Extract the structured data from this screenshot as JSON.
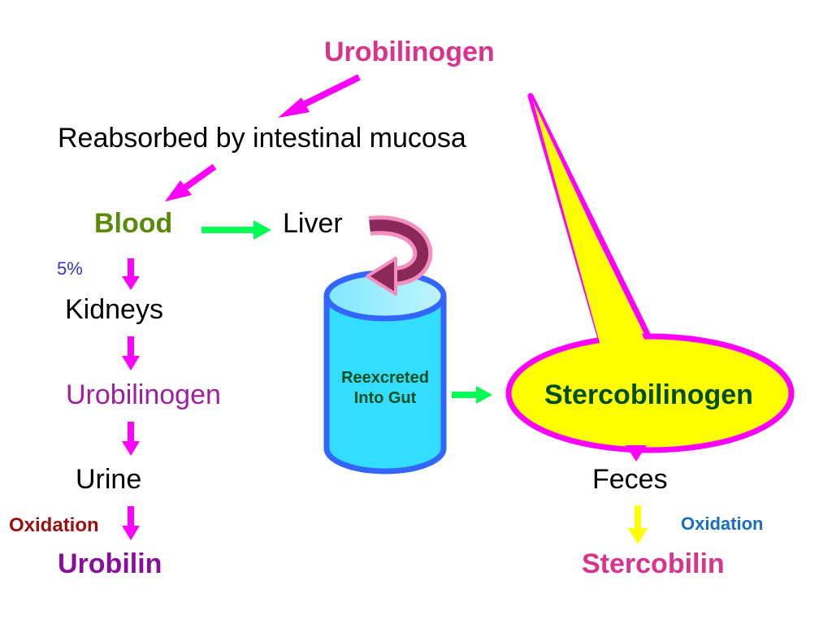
{
  "labels": {
    "top_urobilinogen": "Urobilinogen",
    "reabsorbed": "Reabsorbed by intestinal mucosa",
    "blood": "Blood",
    "liver": "Liver",
    "percent": "5%",
    "kidneys": "Kidneys",
    "urobilinogen_left": "Urobilinogen",
    "urine": "Urine",
    "oxidation_left": "Oxidation",
    "urobilin": "Urobilin",
    "reexcreted_line1": "Reexcreted",
    "reexcreted_line2": "Into Gut",
    "stercobilinogen": "Stercobilinogen",
    "feces": "Feces",
    "oxidation_right": "Oxidation",
    "stercobilin": "Stercobilin"
  },
  "colors": {
    "magenta": "#ff00ff",
    "pink_text": "#d9338c",
    "purple_text": "#a01ea0",
    "urobilin_text": "#880e9e",
    "green_text": "#5a8a0a",
    "dark_green_text": "#004d20",
    "maroon_text": "#9a1010",
    "blue_text": "#1a6ec0",
    "percent_text": "#3333cc",
    "green_arrow": "#00ff55",
    "yellow": "#ffff00",
    "cyan": "#33ddff",
    "blue_outline": "#3366ff",
    "curved_arrow": "#8a2858"
  }
}
